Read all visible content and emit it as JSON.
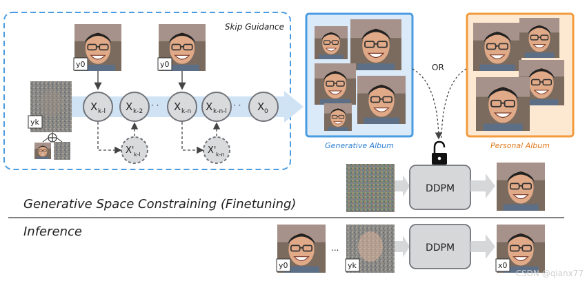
{
  "skip_guidance": {
    "title": "Skip Guidance"
  },
  "labels": {
    "y0_a": "y0",
    "y0_b": "y0",
    "yk": "yk",
    "y0_inf": "y0",
    "yk_inf": "yk",
    "x0_inf": "x0",
    "ellipsis_inf": "..."
  },
  "nodes": {
    "top": [
      {
        "main": "X",
        "sub": "k-l"
      },
      {
        "main": "X",
        "sub": "k-2"
      },
      {
        "main": "X",
        "sub": "k-n"
      },
      {
        "main": "X",
        "sub": "k-n-l"
      },
      {
        "main": "X",
        "sub": "0"
      }
    ],
    "dots": "· ·",
    "bottom": [
      {
        "main": "X'",
        "sub": "k-l"
      },
      {
        "main": "X'",
        "sub": "k-n"
      }
    ]
  },
  "albums": {
    "generative": "Generative Album",
    "personal": "Personal Album",
    "or": "OR"
  },
  "ddpm": {
    "train": "DDPM",
    "inference": "DDPM"
  },
  "sections": {
    "finetune": "Generative Space Constraining (Finetuning)",
    "inference": "Inference"
  },
  "watermark": "CSDN @qianx77",
  "colors": {
    "blue": "#4a9be0",
    "blue_fill": "#dbeaf8",
    "orange": "#f29a3c",
    "orange_fill": "#fde9d2",
    "node_fill": "#d9dadc",
    "node_stroke": "#707278",
    "arrow_band": "#cfe3f5",
    "grey_box": "#d6d7d9",
    "skin": "#e0a987",
    "caption_blue": "#2f80d0",
    "caption_orange": "#e07a1e"
  }
}
